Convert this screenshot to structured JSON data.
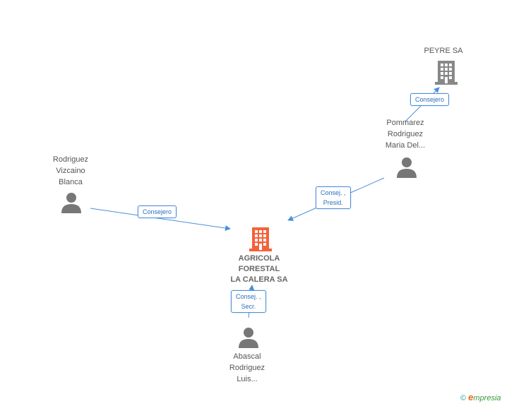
{
  "nodes": {
    "company_main": {
      "label_lines": [
        "AGRICOLA",
        "FORESTAL",
        "LA CALERA SA"
      ],
      "color": "#f4623a"
    },
    "company_peyre": {
      "label_lines": [
        "PEYRE SA"
      ],
      "color": "#888888"
    },
    "person_rodriguez": {
      "label_lines": [
        "Rodriguez",
        "Vizcaino",
        "Blanca"
      ]
    },
    "person_pommarez": {
      "label_lines": [
        "Pommarez",
        "Rodriguez",
        "Maria Del..."
      ]
    },
    "person_abascal": {
      "label_lines": [
        "Abascal",
        "Rodriguez",
        "Luis..."
      ]
    }
  },
  "edges": {
    "rodriguez_main": {
      "role_lines": [
        "Consejero"
      ]
    },
    "pommarez_main": {
      "role_lines": [
        "Consej. ,",
        "Presid."
      ]
    },
    "pommarez_peyre": {
      "role_lines": [
        "Consejero"
      ]
    },
    "abascal_main": {
      "role_lines": [
        "Consej. ,",
        "Secr."
      ]
    }
  },
  "colors": {
    "edge": "#4a90d9",
    "person_icon": "#777777"
  },
  "brand": {
    "copyright_symbol": "©",
    "e_letter": "e",
    "rest": "mpresia"
  }
}
